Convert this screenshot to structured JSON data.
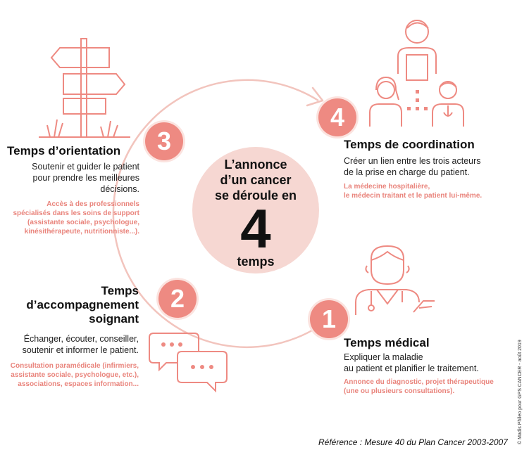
{
  "center": {
    "line1": "L’annonce",
    "line2": "d’un cancer",
    "line3": "se déroule en",
    "number": "4",
    "line4": "temps"
  },
  "steps": [
    {
      "number": "1",
      "title": "Temps médical",
      "desc": [
        "Expliquer la maladie",
        "au patient et planifier le traitement."
      ],
      "note": [
        "Annonce du diagnostic, projet thérapeutique",
        "(une ou plusieurs consultations)."
      ]
    },
    {
      "number": "2",
      "title": [
        "Temps",
        "d’accompagnement",
        "soignant"
      ],
      "desc": [
        "Échanger, écouter, conseiller,",
        "soutenir et informer le patient."
      ],
      "note": [
        "Consultation paramédicale (infirmiers,",
        "assistante sociale, psychologue, etc.),",
        "associations, espaces information..."
      ]
    },
    {
      "number": "3",
      "title": "Temps d’orientation",
      "desc": [
        "Soutenir et guider le patient",
        "pour prendre les meilleures",
        "décisions."
      ],
      "note": [
        "Accès à des professionnels",
        "spécialisés dans les soins de support",
        "(assistante sociale, psychologue,",
        "kinésithérapeute, nutritionniste...)."
      ]
    },
    {
      "number": "4",
      "title": "Temps de coordination",
      "desc": [
        "Créer un lien entre les trois acteurs",
        "de la prise en charge du patient."
      ],
      "note": [
        "La médecine hospitalière,",
        "le médecin traitant et le patient lui-même."
      ]
    }
  ],
  "reference": "Référence : Mesure 40 du Plan Cancer 2003-2007",
  "credit": "© Madis Phileo pour GPS CANCER - août 2019",
  "colors": {
    "accent": "#ee8a82",
    "soft": "#f6d7d2",
    "line": "#f2c4bd"
  },
  "icons": [
    "signpost-icon",
    "doctors-team-icon",
    "doctor-icon",
    "chat-bubbles-icon"
  ]
}
